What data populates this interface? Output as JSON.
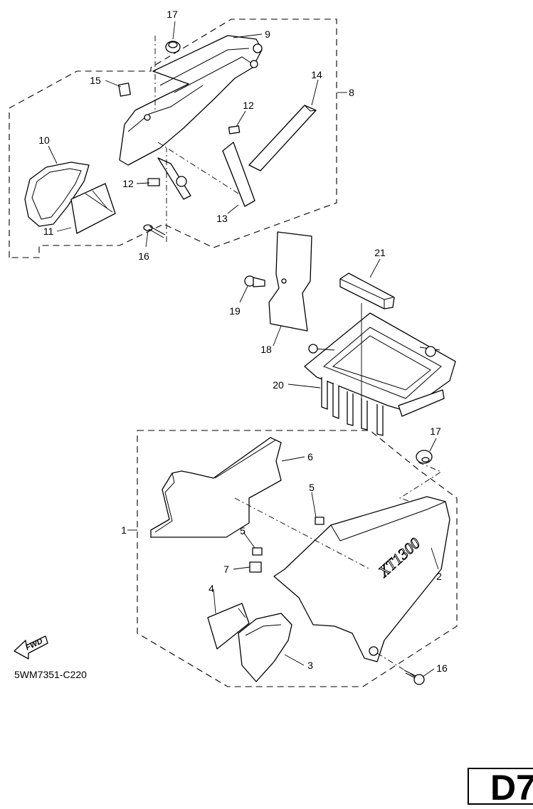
{
  "diagram": {
    "drawing_code": "5WM7351-C220",
    "page_badge": "D7",
    "fwd_label": "FWD",
    "model_logo": "XT1300",
    "callouts": [
      "1",
      "2",
      "3",
      "4",
      "5",
      "5",
      "6",
      "7",
      "8",
      "9",
      "10",
      "11",
      "12",
      "12",
      "13",
      "14",
      "15",
      "16",
      "16",
      "17",
      "17",
      "18",
      "19",
      "20",
      "21"
    ]
  }
}
